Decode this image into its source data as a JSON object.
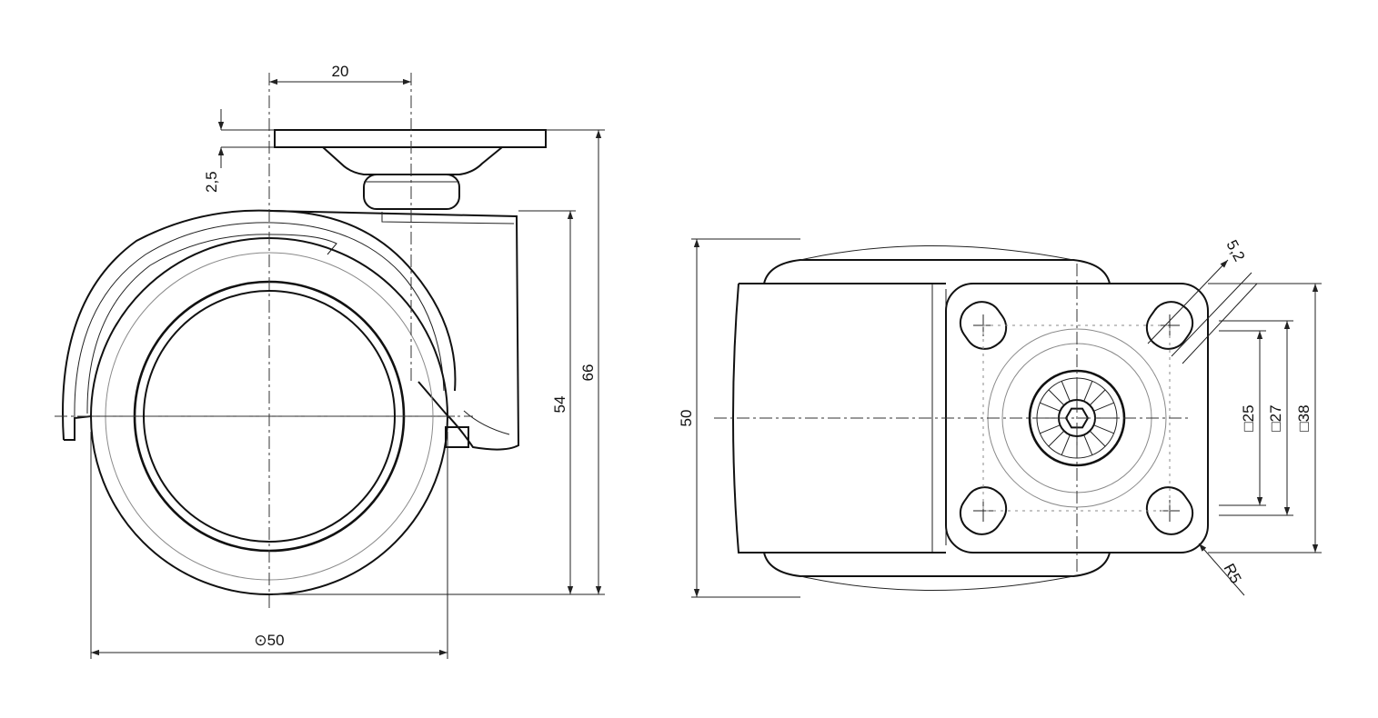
{
  "dimensions": {
    "plate_offset": "20",
    "plate_thickness": "2,5",
    "total_height": "66",
    "fork_height": "54",
    "wheel_diameter": "⊙50",
    "wheel_width": "50",
    "hole_size": "5,2",
    "pitch_small": "□25",
    "pitch_mid": "□27",
    "plate_size": "□38",
    "corner_radius": "R5"
  }
}
